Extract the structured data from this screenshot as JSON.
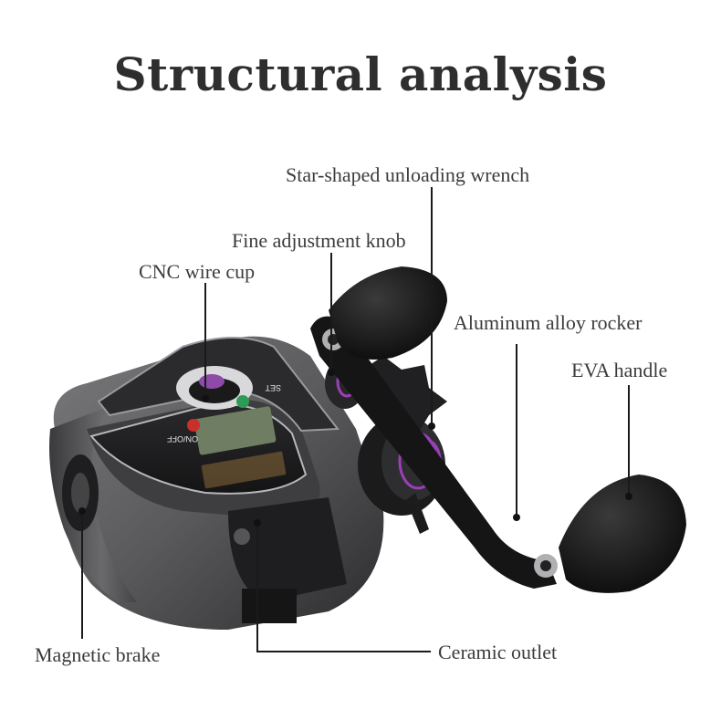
{
  "title": "Structural analysis",
  "labels": {
    "star_wrench": "Star-shaped unloading wrench",
    "fine_knob": "Fine adjustment knob",
    "cnc_cup": "CNC wire cup",
    "rocker": "Aluminum alloy rocker",
    "eva_handle": "EVA handle",
    "magnetic_brake": "Magnetic brake",
    "ceramic_outlet": "Ceramic outlet"
  },
  "reel_panel": {
    "on_off": "ON/OFF",
    "set": "SET"
  },
  "colors": {
    "title": "#2e2e2e",
    "label": "#3c3c3c",
    "leader": "#1a1a1a",
    "accent": "#9b3fb8"
  }
}
